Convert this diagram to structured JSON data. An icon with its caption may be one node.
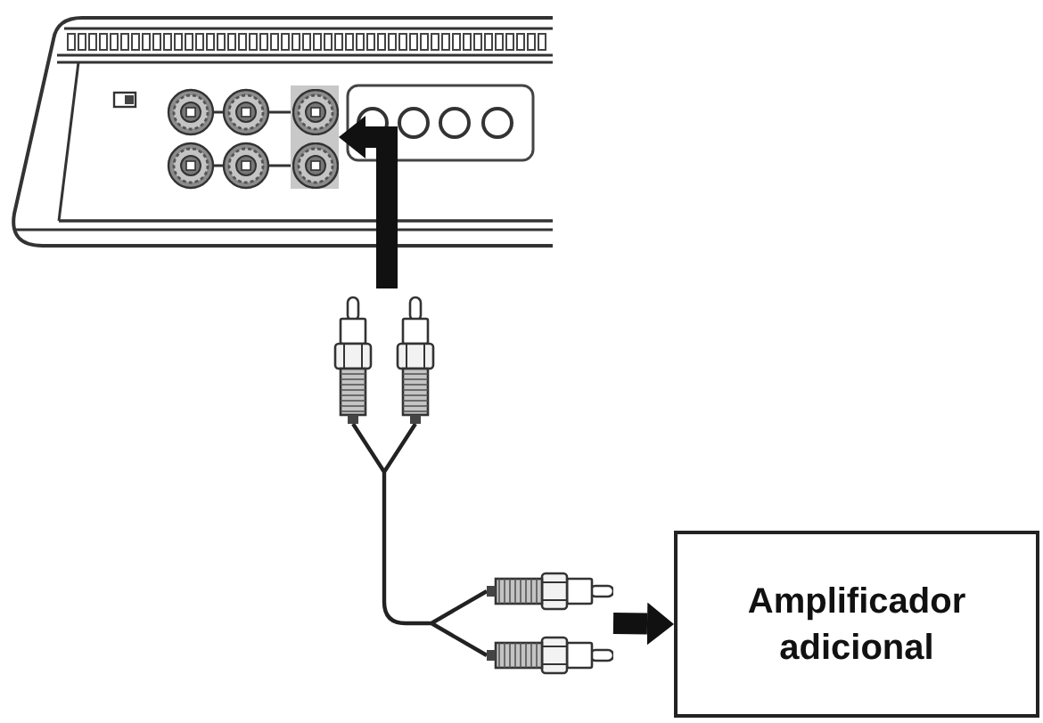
{
  "diagram": {
    "nodes": [
      {
        "text": [],
        "shape": "picture"
      },
      {
        "text": [],
        "shape": "picture",
        "in": 0
      },
      {
        "text": [],
        "shape": "picture"
      },
      {
        "text": [
          "Amplificador adicional"
        ]
      }
    ],
    "edges": [
      {
        "from": 2,
        "to": 1,
        "arrow": "to"
      },
      {
        "from": 2,
        "to": 3,
        "arrow": "to"
      }
    ]
  }
}
